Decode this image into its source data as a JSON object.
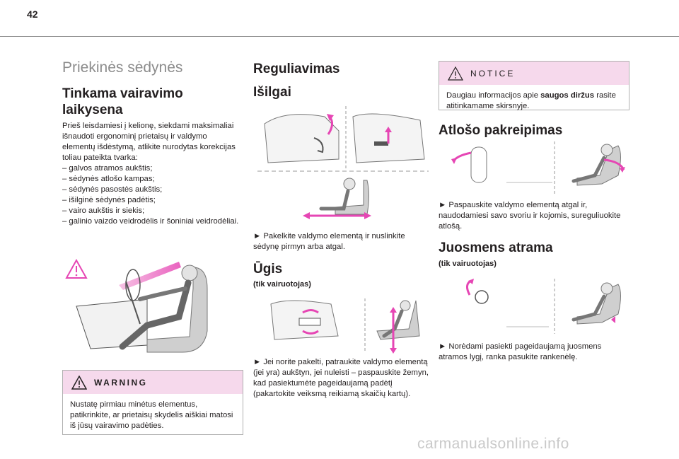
{
  "page_number": "42",
  "col1": {
    "title": "Priekinės sėdynės",
    "heading": "Tinkama vairavimo laikysena",
    "paragraph": "Prieš leisdamiesi į kelionę, siekdami maksimaliai išnaudoti ergonominį prietaisų ir valdymo elementų išdėstymą, atlikite nurodytas korekcijas toliau pateikta tvarka:\n–  galvos atramos aukštis;\n–  sėdynės atlošo kampas;\n–  sėdynės pasostės aukštis;\n–  išilginė sėdynės padėtis;\n–  vairo aukštis ir siekis;\n–  galinio vaizdo veidrodėlis ir šoniniai veidrodėliai.",
    "warning_title": "WARNING",
    "warning_text": "Nustatę pirmiau minėtus elementus, patikrinkite, ar prietaisų skydelis aiškiai matosi iš jūsų vairavimo padėties."
  },
  "col2": {
    "heading": "Reguliavimas",
    "sub1": "Išilgai",
    "text1": "►  Pakelkite valdymo elementą ir nuslinkite sėdynę pirmyn arba atgal.",
    "sub2": "Ūgis",
    "sub2_note": "(tik vairuotojas)",
    "text2": "►  Jei norite pakelti, patraukite valdymo elementą (jei yra) aukštyn, jei nuleisti – paspauskite žemyn, kad pasiektumėte pageidaujamą padėtį (pakartokite veiksmą reikiamą skaičių kartų)."
  },
  "col3": {
    "notice_title": "NOTICE",
    "notice_text_pre": "Daugiau informacijos apie ",
    "notice_text_bold": "saugos diržus",
    "notice_text_post": " rasite atitinkamame skirsnyje.",
    "heading1": "Atlošo pakreipimas",
    "text1": "►  Paspauskite valdymo elementą atgal ir, naudodamiesi savo svoriu ir kojomis, sureguliuokite atlošą.",
    "heading2": "Juosmens atrama",
    "sub2_note": "(tik vairuotojas)",
    "text2": "►  Norėdami pasiekti pageidaujamą juosmens atramos lygį, ranka pasukite rankenėlę."
  },
  "watermark": "carmanualsonline.info",
  "colors": {
    "accent": "#e646b4",
    "box_header": "#f6d9ec",
    "title_gray": "#8c8c8c"
  }
}
